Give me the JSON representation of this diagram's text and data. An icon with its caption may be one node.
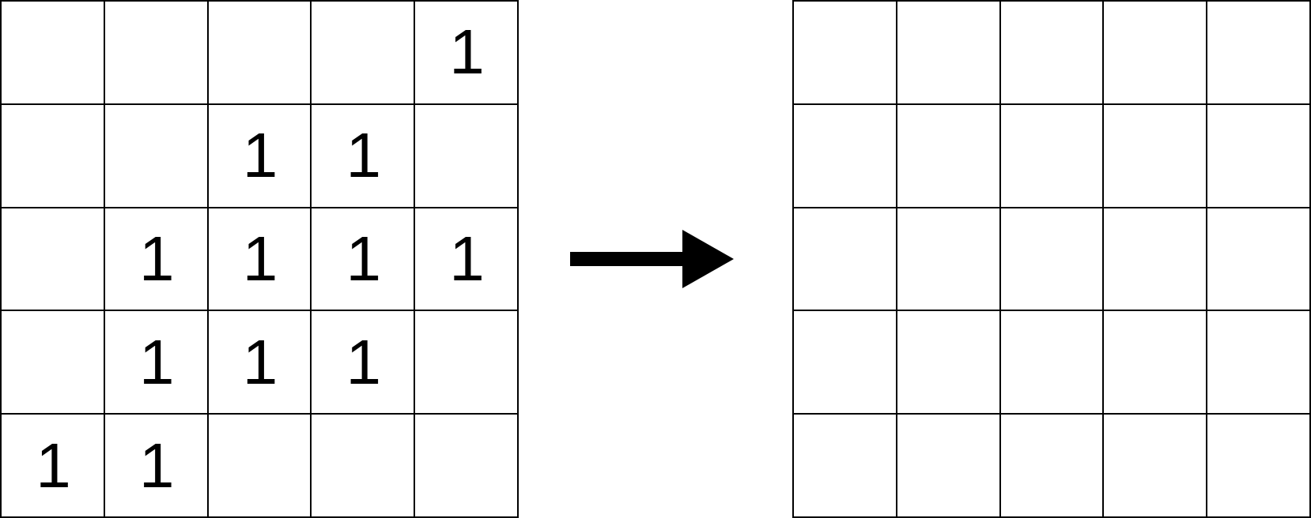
{
  "diagram": {
    "nodes": [
      {
        "text": [],
        "shape": "grid"
      },
      {
        "text": [],
        "shape": "box",
        "in": 0
      },
      {
        "text": [],
        "shape": "box",
        "in": 0
      },
      {
        "text": [],
        "shape": "box",
        "in": 0
      },
      {
        "text": [],
        "shape": "box",
        "in": 0
      },
      {
        "text": [
          "1"
        ],
        "in": 0
      },
      {
        "text": [],
        "shape": "box",
        "in": 0
      },
      {
        "text": [],
        "shape": "box",
        "in": 0
      },
      {
        "text": [
          "1"
        ],
        "in": 0
      },
      {
        "text": [
          "1"
        ],
        "in": 0
      },
      {
        "text": [],
        "shape": "box",
        "in": 0
      },
      {
        "text": [],
        "shape": "box",
        "in": 0
      },
      {
        "text": [
          "1"
        ],
        "in": 0
      },
      {
        "text": [
          "1"
        ],
        "in": 0
      },
      {
        "text": [
          "1"
        ],
        "in": 0
      },
      {
        "text": [
          "1"
        ],
        "in": 0
      },
      {
        "text": [],
        "shape": "box",
        "in": 0
      },
      {
        "text": [
          "1"
        ],
        "in": 0
      },
      {
        "text": [
          "1"
        ],
        "in": 0
      },
      {
        "text": [
          "1"
        ],
        "in": 0
      },
      {
        "text": [],
        "shape": "box",
        "in": 0
      },
      {
        "text": [
          "1"
        ],
        "in": 0
      },
      {
        "text": [
          "1"
        ],
        "in": 0
      },
      {
        "text": [],
        "shape": "box",
        "in": 0
      },
      {
        "text": [],
        "shape": "box",
        "in": 0
      },
      {
        "text": [],
        "shape": "box",
        "in": 0
      },
      {
        "text": [],
        "shape": "grid"
      },
      {
        "text": [],
        "shape": "box",
        "in": 26
      },
      {
        "text": [],
        "shape": "box",
        "in": 26
      },
      {
        "text": [],
        "shape": "box",
        "in": 26
      },
      {
        "text": [],
        "shape": "box",
        "in": 26
      },
      {
        "text": [],
        "shape": "box",
        "in": 26
      },
      {
        "text": [],
        "shape": "box",
        "in": 26
      },
      {
        "text": [],
        "shape": "box",
        "in": 26
      },
      {
        "text": [],
        "shape": "box",
        "in": 26
      },
      {
        "text": [],
        "shape": "box",
        "in": 26
      },
      {
        "text": [],
        "shape": "box",
        "in": 26
      },
      {
        "text": [],
        "shape": "box",
        "in": 26
      },
      {
        "text": [],
        "shape": "box",
        "in": 26
      },
      {
        "text": [],
        "shape": "box",
        "in": 26
      },
      {
        "text": [],
        "shape": "box",
        "in": 26
      },
      {
        "text": [],
        "shape": "box",
        "in": 26
      },
      {
        "text": [],
        "shape": "box",
        "in": 26
      },
      {
        "text": [],
        "shape": "box",
        "in": 26
      },
      {
        "text": [],
        "shape": "box",
        "in": 26
      },
      {
        "text": [],
        "shape": "box",
        "in": 26
      },
      {
        "text": [],
        "shape": "box",
        "in": 26
      },
      {
        "text": [],
        "shape": "box",
        "in": 26
      },
      {
        "text": [],
        "shape": "box",
        "in": 26
      },
      {
        "text": [],
        "shape": "box",
        "in": 26
      },
      {
        "text": [],
        "shape": "box",
        "in": 26
      },
      {
        "text": [],
        "shape": "box",
        "in": 26
      }
    ],
    "edges": [
      {
        "from": 0,
        "to": 26,
        "arrow": "to"
      }
    ]
  }
}
